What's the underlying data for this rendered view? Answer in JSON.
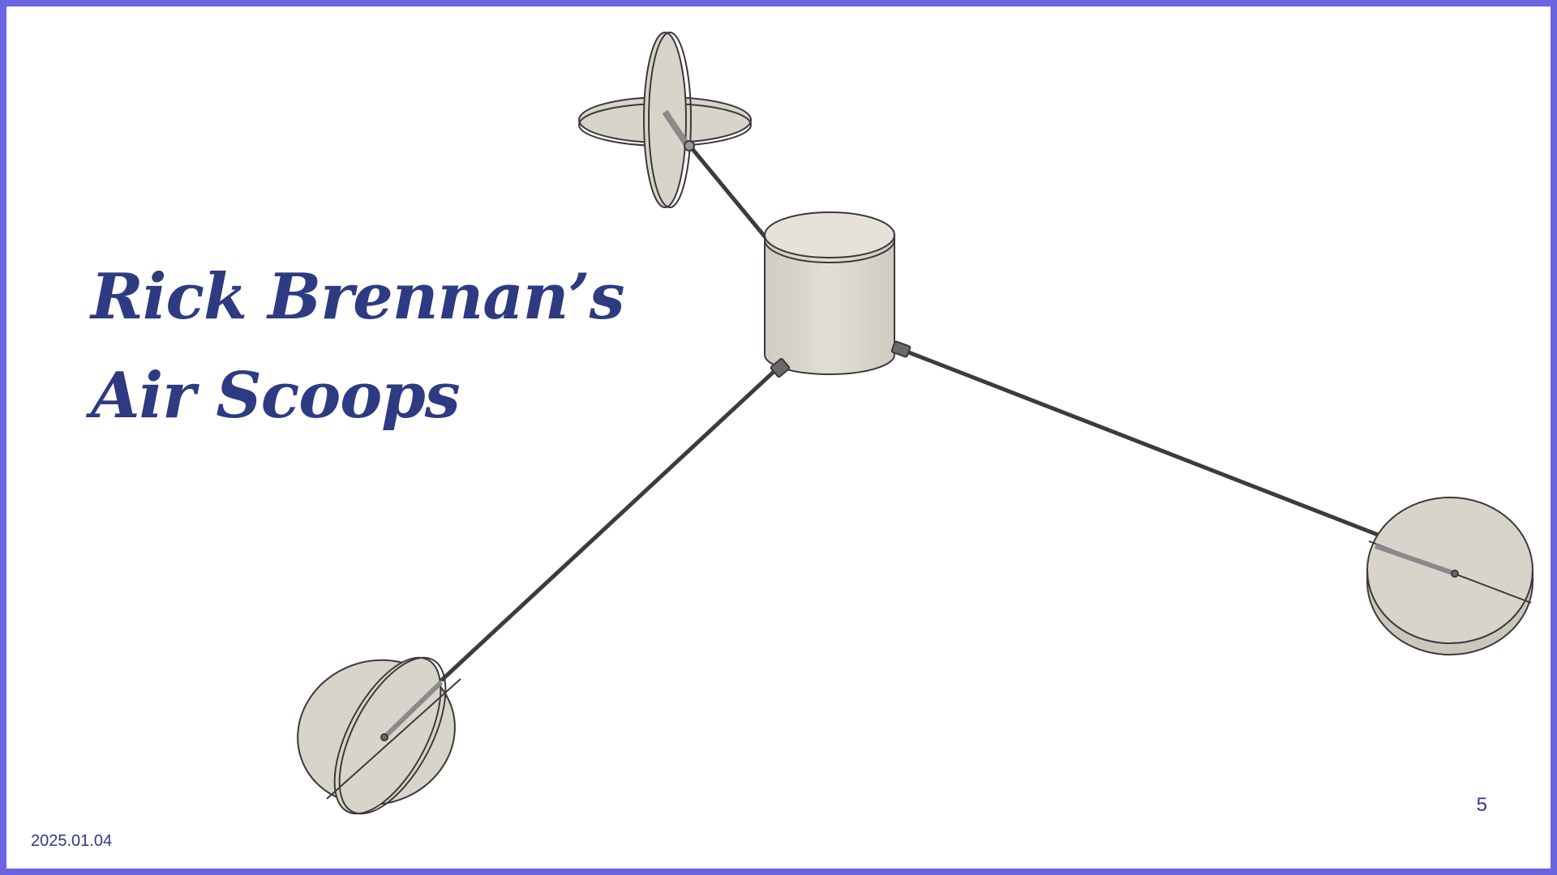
{
  "slide": {
    "title_line1": "Rick Brennan’s",
    "title_line2": "Air Scoops",
    "date": "2025.01.04",
    "page_number": "5"
  },
  "colors": {
    "border": "#6b64e0",
    "title_text": "#2e3a82",
    "model_fill": "#d8d4ca",
    "model_stroke": "#3a3a3a",
    "background": "#ffffff"
  }
}
